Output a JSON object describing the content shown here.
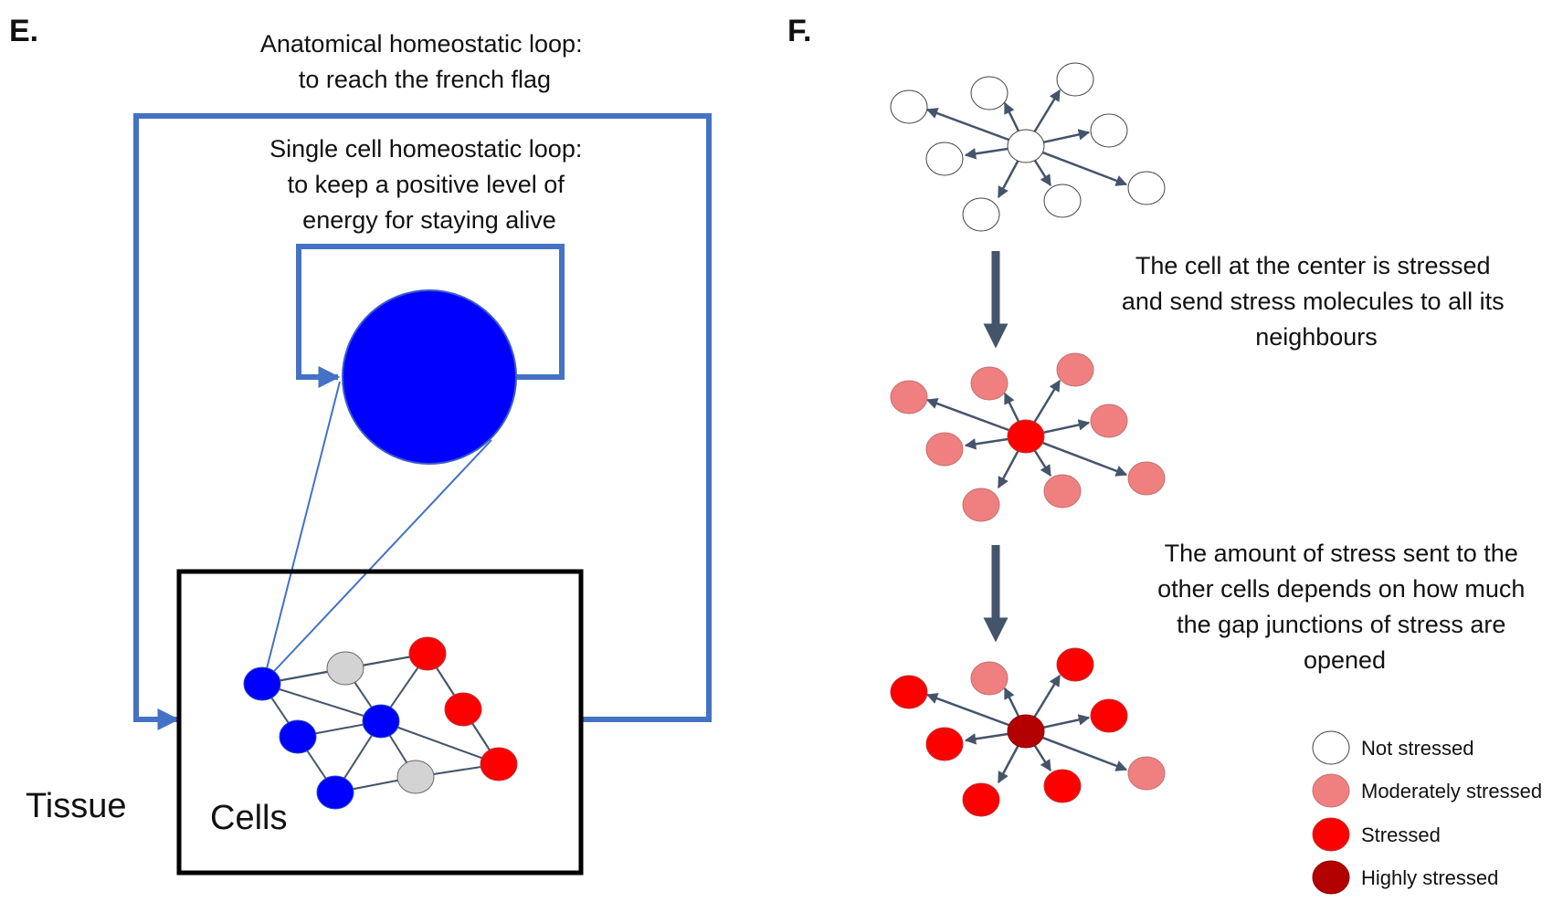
{
  "panel_e": {
    "label": "E.",
    "anatomical_loop_title": [
      "Anatomical homeostatic loop:",
      "to reach the french flag"
    ],
    "single_cell_loop_title": [
      "Single cell homeostatic loop:",
      "to keep a positive level of",
      "energy for staying alive"
    ],
    "tissue_label": "Tissue",
    "cells_label": "Cells",
    "colors": {
      "loop": "#4472C4",
      "cell_big": "#0000FF",
      "cell_gray": "#D3D3D3",
      "cell_red": "#FF0000",
      "box": "#000000"
    }
  },
  "panel_f": {
    "label": "F.",
    "caption_1": [
      "The cell at the center is stressed",
      "and send stress molecules to all its",
      "neighbours"
    ],
    "caption_2": [
      "The amount of stress sent to the",
      "other cells depends on how much",
      "the gap junctions of stress are",
      "opened"
    ],
    "legend": [
      {
        "label": "Not stressed",
        "color": "#FFFFFF"
      },
      {
        "label": "Moderately stressed",
        "color": "#F08080"
      },
      {
        "label": "Stressed",
        "color": "#FF0000"
      },
      {
        "label": "Highly stressed",
        "color": "#B30000"
      }
    ],
    "arrow_color": "#44546A"
  }
}
